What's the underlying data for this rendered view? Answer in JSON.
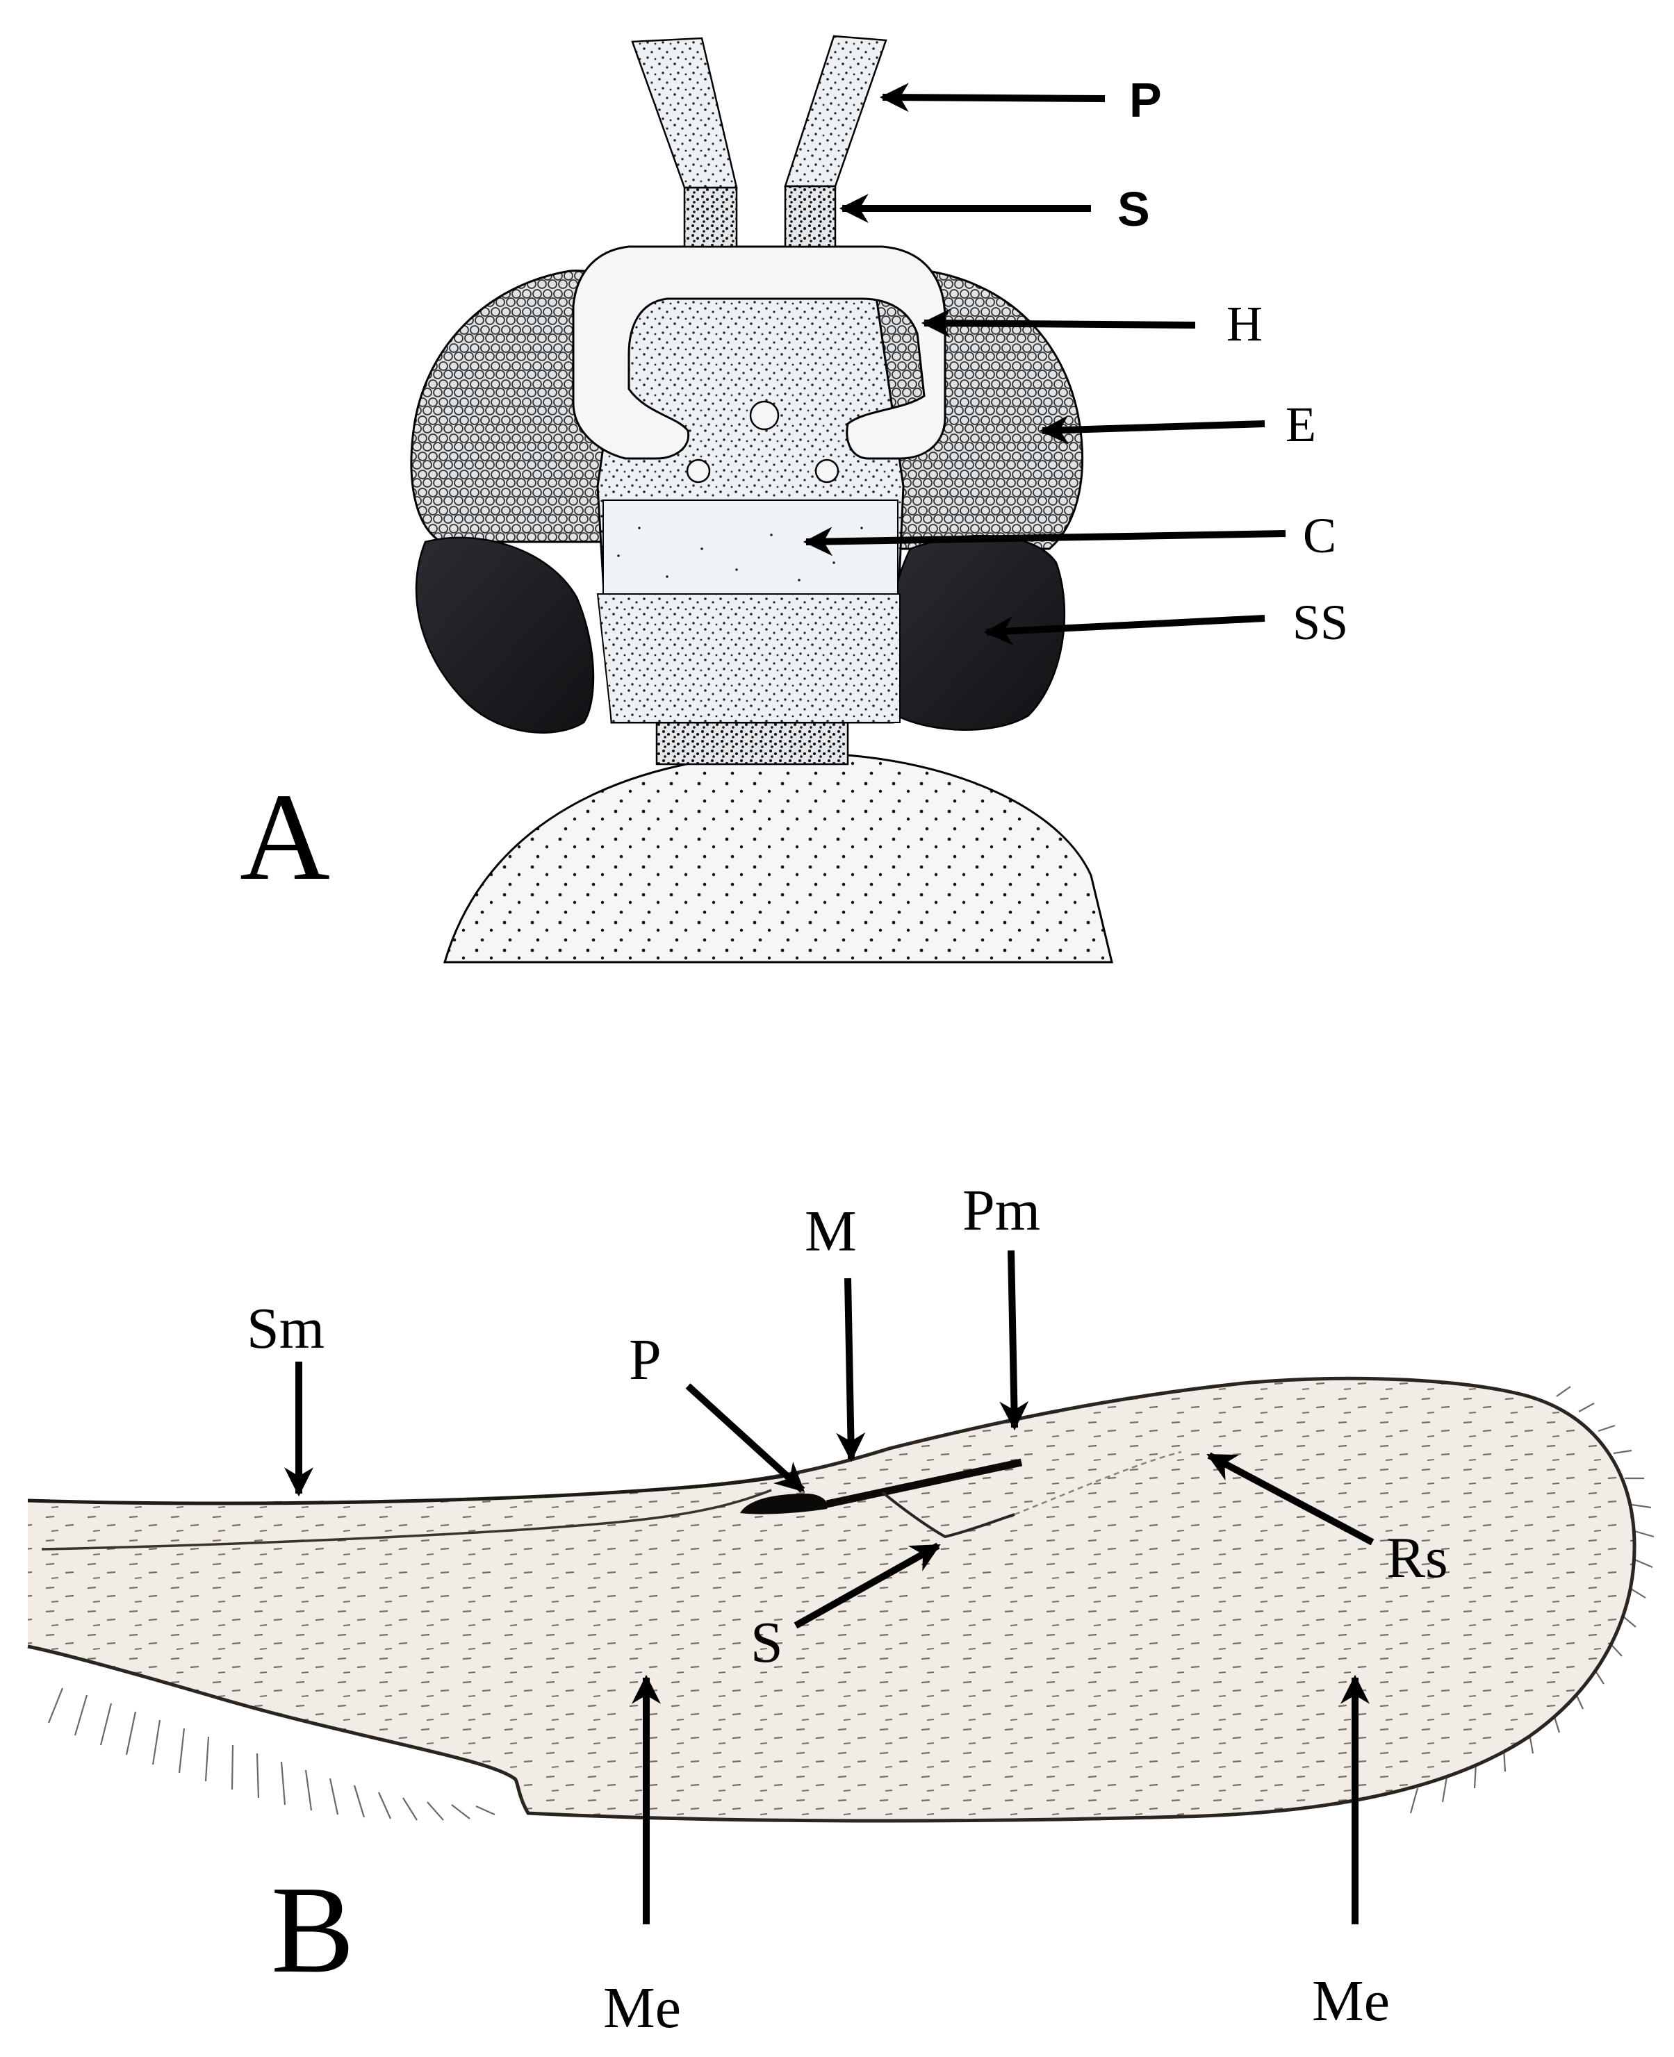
{
  "panel_a": {
    "panel_label": "A",
    "labels": {
      "P": "P",
      "S": "S",
      "H": "H",
      "E": "E",
      "C": "C",
      "SS": "SS"
    }
  },
  "panel_b": {
    "panel_label": "B",
    "labels": {
      "Sm": "Sm",
      "P": "P",
      "M": "M",
      "Pm": "Pm",
      "Rs": "Rs",
      "S": "S",
      "Me_left": "Me",
      "Me_right": "Me"
    }
  },
  "colors": {
    "ink": "#000000",
    "paper": "#ffffff",
    "stipple_bg": "#eef1f4",
    "wing_fill": "#f1ece6",
    "eye_dark": "#1a1a1e"
  }
}
